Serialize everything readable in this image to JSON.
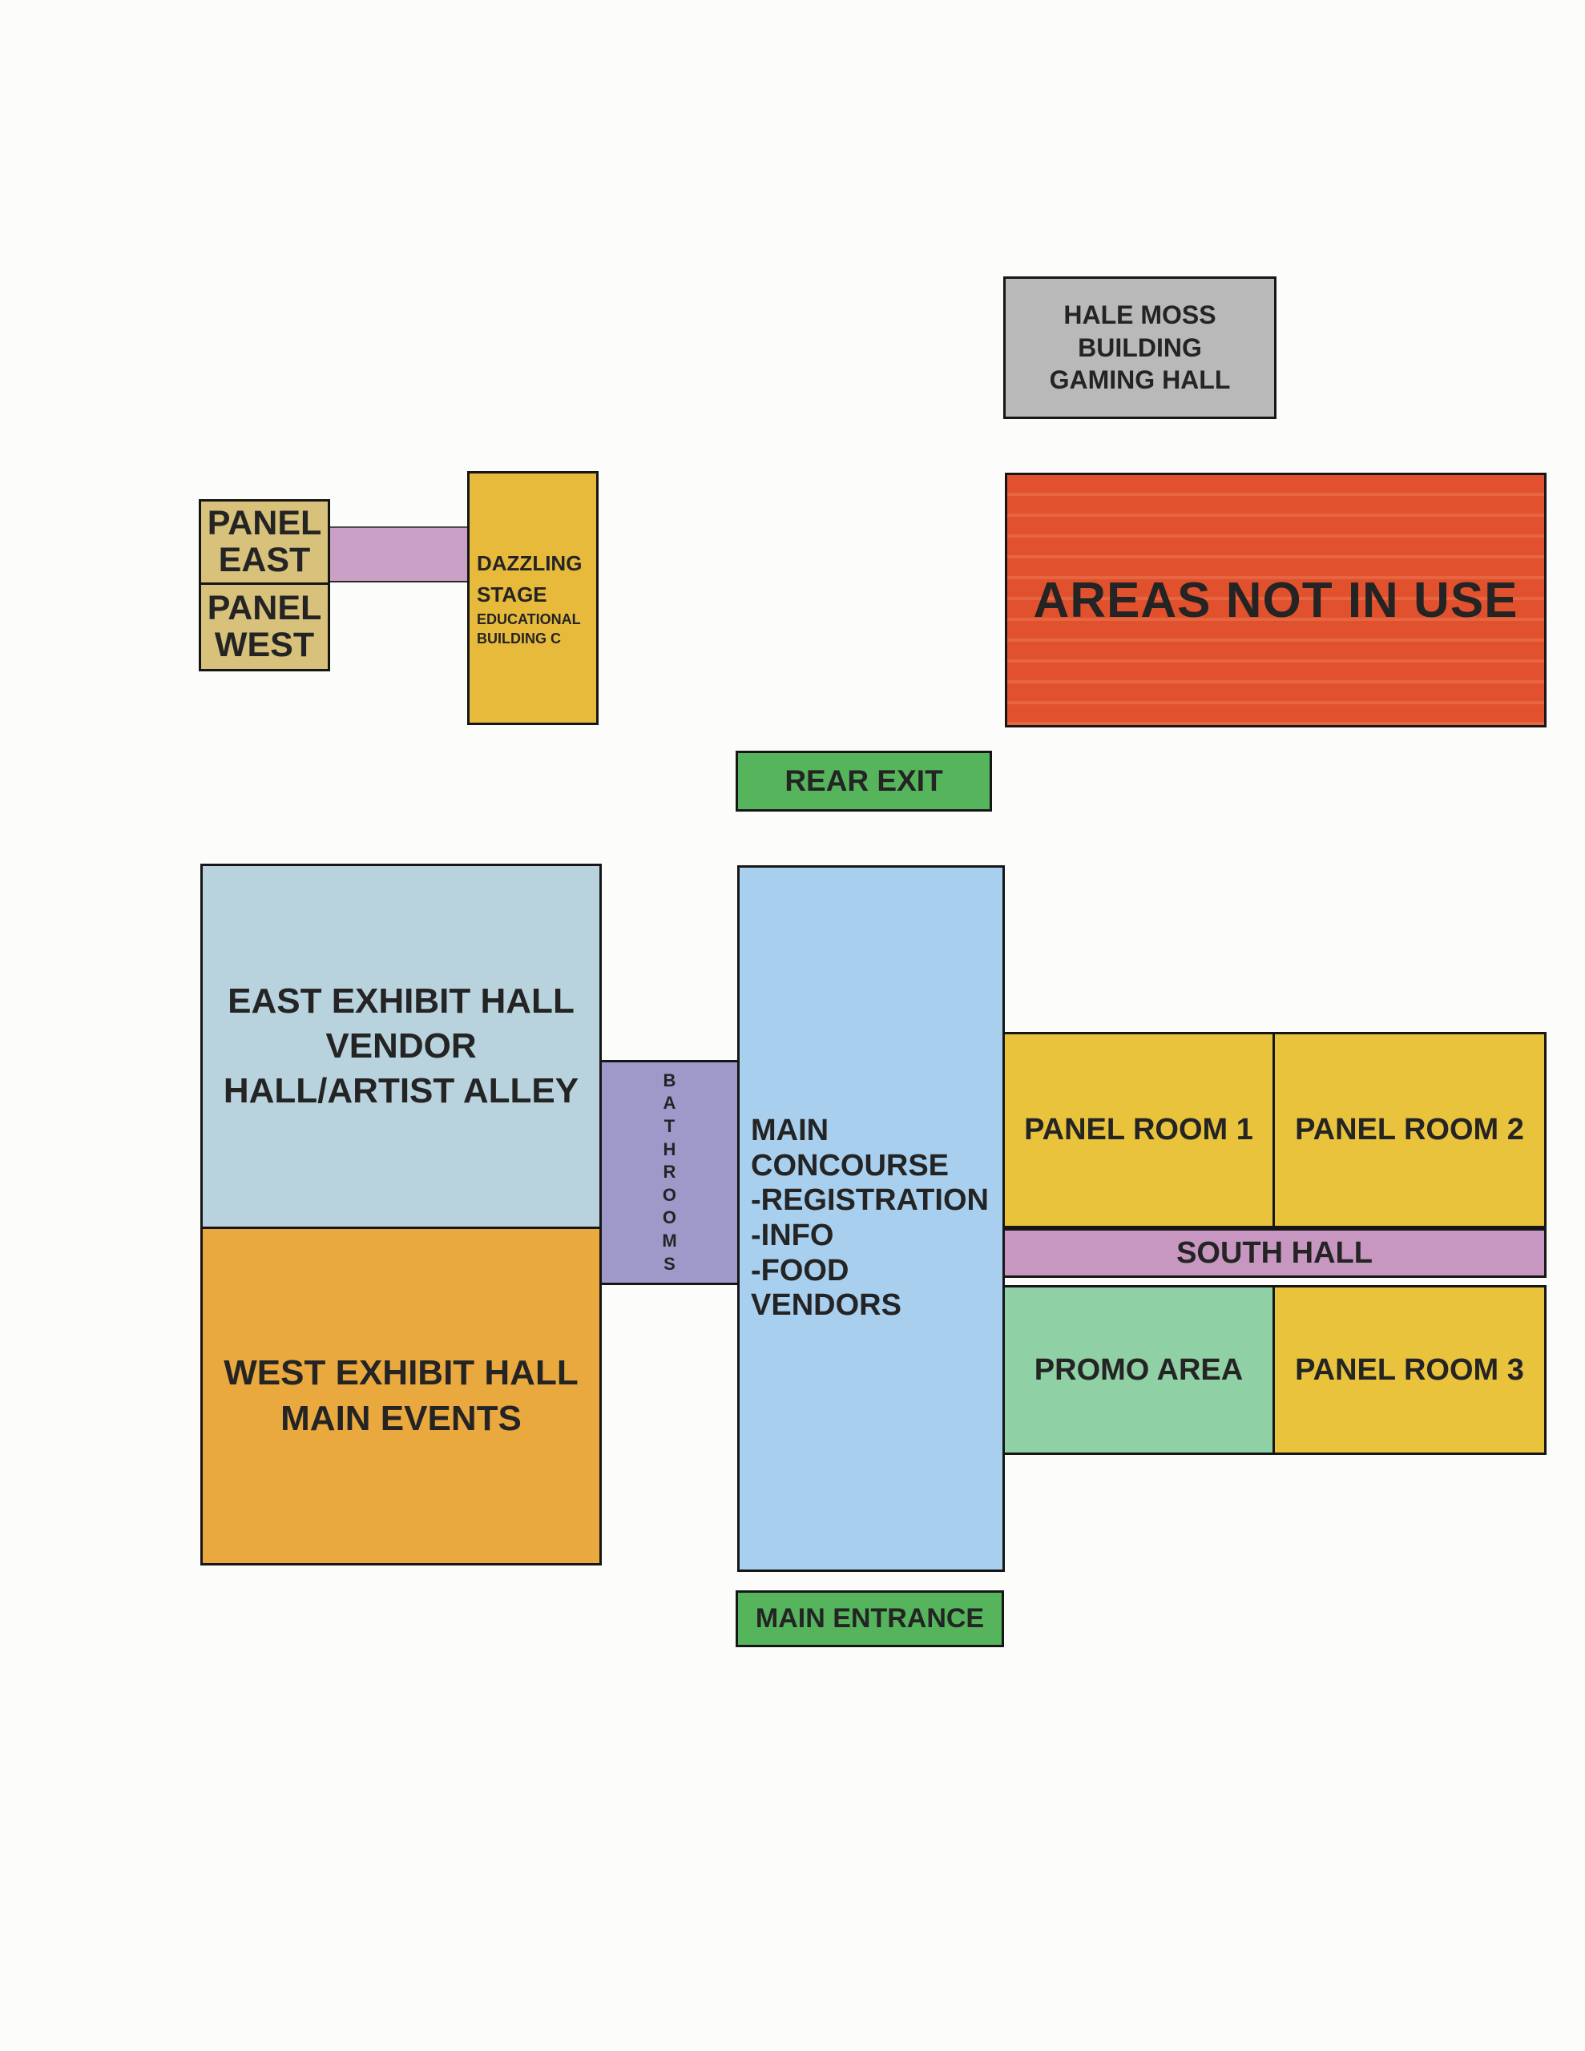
{
  "rooms": {
    "hale_moss": {
      "label": "HALE MOSS\nBUILDING\nGAMING HALL",
      "color": "#b9b9b9"
    },
    "panel_east": {
      "label": "PANEL\nEAST",
      "color": "#d7c17b"
    },
    "panel_west": {
      "label": "PANEL\nWEST",
      "color": "#d7c17b"
    },
    "corridor_panel_to_stage": {
      "color": "#c9a1c6"
    },
    "dazzling_stage": {
      "label": "DAZZLING\nSTAGE",
      "sublabel": "EDUCATIONAL\nBUILDING C",
      "color": "#e8ba3c"
    },
    "areas_not_in_use": {
      "label": "AREAS NOT IN USE",
      "color": "#e2512d"
    },
    "rear_exit": {
      "label": "REAR EXIT",
      "color": "#55b45c"
    },
    "east_exhibit_hall": {
      "label": "EAST EXHIBIT HALL\nVENDOR\nHALL/ARTIST ALLEY",
      "color": "#b9d3de"
    },
    "west_exhibit_hall": {
      "label": "WEST EXHIBIT HALL\nMAIN EVENTS",
      "color": "#eaa93e"
    },
    "bathrooms": {
      "label": "B\nA\nT\nH\nR\nO\nO\nM\nS",
      "color": "#9e99c9"
    },
    "main_concourse": {
      "label": "MAIN\nCONCOURSE\n-REGISTRATION\n-INFO\n-FOOD VENDORS",
      "color": "#a9cfee"
    },
    "panel_room_1": {
      "label": "PANEL ROOM 1",
      "color": "#e9c33c"
    },
    "panel_room_2": {
      "label": "PANEL ROOM 2",
      "color": "#e9c33c"
    },
    "south_hall": {
      "label": "SOUTH HALL",
      "color": "#c897c1"
    },
    "promo_area": {
      "label": "PROMO AREA",
      "color": "#90d0a5"
    },
    "panel_room_3": {
      "label": "PANEL ROOM 3",
      "color": "#e9c33c"
    },
    "main_entrance": {
      "label": "MAIN ENTRANCE",
      "color": "#55b45c"
    }
  }
}
